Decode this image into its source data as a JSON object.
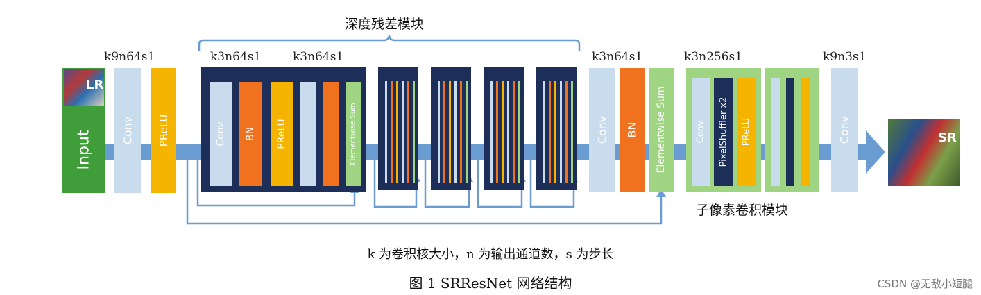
{
  "header": {
    "residual_block_title": "深度残差模块",
    "subpixel_block_title": "子像素卷积模块"
  },
  "kernel_labels": [
    "k9n64s1",
    "k3n64s1",
    "k3n64s1",
    "k3n64s1",
    "k3n256s1",
    "k9n3s1"
  ],
  "blocks": {
    "input": "Input",
    "input_tag": "LR",
    "conv": "Conv",
    "prelu": "PReLU",
    "bn": "BN",
    "elementwise_sum": "Elementwise Sum",
    "pixel_shuffler": "PixelShuffler x2",
    "output_tag": "SR"
  },
  "captions": {
    "legend": "k 为卷积核大小，n 为输出通道数，s 为步长",
    "figure": "图 1    SRResNet 网络结构"
  },
  "watermark": "CSDN @无敌小短腿",
  "colors": {
    "green": "#3f9e3a",
    "light_blue": "#c9dcee",
    "orange": "#f0721f",
    "yellow": "#f5b400",
    "navy": "#1d2e58",
    "light_green": "#9fd482",
    "arrow_blue": "#6a9bd1"
  }
}
